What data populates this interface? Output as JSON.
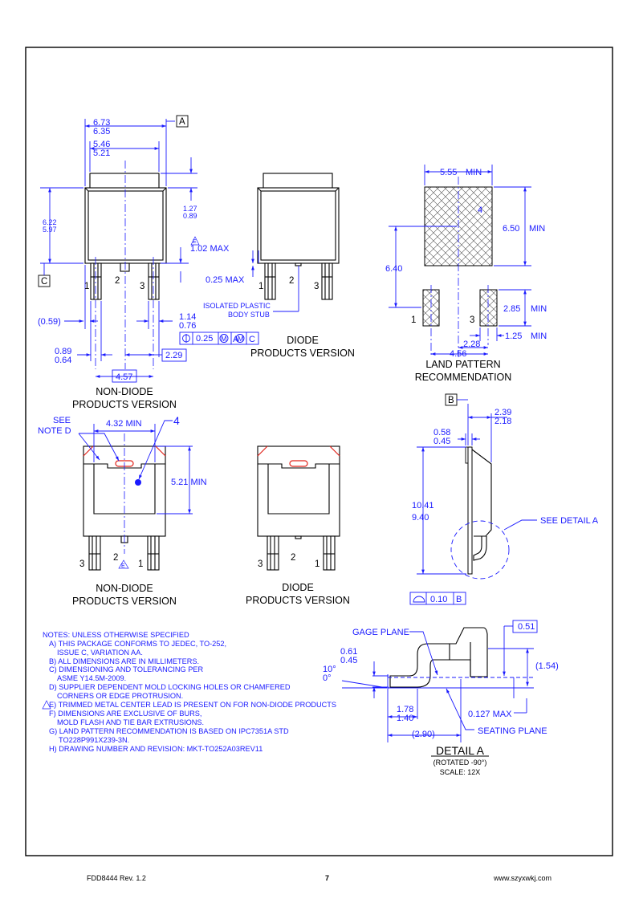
{
  "colors": {
    "dimension": "#1a1aff",
    "outline": "#000000",
    "mold_mark": "#e0241b",
    "paper": "#ffffff"
  },
  "top_left": {
    "dim_top_1": "6.73",
    "dim_top_2": "6.35",
    "datum_a": "A",
    "dim_width_1": "5.46",
    "dim_width_2": "5.21",
    "dim_height_1": "6.22",
    "dim_height_2": "5.97",
    "dim_tab_1": "1.27",
    "dim_tab_2": "0.89",
    "note_e": "E",
    "dim_lead_max": "1.02 MAX",
    "datum_c": "C",
    "pin1": "1",
    "pin2": "2",
    "pin3": "3",
    "dim_059": "(0.59)",
    "dim_lead_1": "1.14",
    "dim_lead_2": "0.76",
    "fcf_tol": "0.25",
    "fcf_m": "M",
    "fcf_a": "A",
    "fcf_m2": "M",
    "fcf_c": "C",
    "dim_foot_1": "0.89",
    "dim_foot_2": "0.64",
    "dim_pitch": "2.29",
    "dim_span": "4.57",
    "caption_1": "NON-DIODE",
    "caption_2": "PRODUCTS VERSION"
  },
  "top_middle": {
    "dim_025": "0.25 MAX",
    "pin1": "1",
    "pin2": "2",
    "pin3": "3",
    "stub_1": "ISOLATED PLASTIC",
    "stub_2": "BODY STUB",
    "caption_1": "DIODE",
    "caption_2": "PRODUCTS VERSION"
  },
  "land_pattern": {
    "dim_top": "5.55",
    "min1": "MIN",
    "pad_label": "4",
    "dim_650": "6.50",
    "min2": "MIN",
    "dim_640": "6.40",
    "pad1": "1",
    "pad3": "3",
    "dim_285": "2.85",
    "min3": "MIN",
    "dim_125": "1.25",
    "min4": "MIN",
    "dim_228": "2.28",
    "dim_456": "4.56",
    "caption_1": "LAND PATTERN",
    "caption_2": "RECOMMENDATION"
  },
  "bottom_left": {
    "see_1": "SEE",
    "see_2": "NOTE D",
    "dim_432": "4.32 MIN",
    "tab_label": "4",
    "dim_521": "5.21 MIN",
    "pin3": "3",
    "pin2": "2",
    "pin1": "1",
    "note_e": "E",
    "caption_1": "NON-DIODE",
    "caption_2": "PRODUCTS VERSION"
  },
  "bottom_middle": {
    "pin3": "3",
    "pin2": "2",
    "pin1": "1",
    "caption_1": "DIODE",
    "caption_2": "PRODUCTS VERSION"
  },
  "side_view": {
    "datum_b": "B",
    "dim_239": "2.39",
    "dim_218": "2.18",
    "dim_058": "0.58",
    "dim_045": "0.45",
    "dim_1041": "10.41",
    "dim_940": "9.40",
    "see_detail": "SEE DETAIL A",
    "flat_tol": "0.10",
    "flat_datum": "B"
  },
  "notes": [
    "NOTES: UNLESS OTHERWISE SPECIFIED",
    "A)  THIS PACKAGE CONFORMS TO JEDEC, TO-252,",
    "ISSUE C, VARIATION AA.",
    "B)  ALL DIMENSIONS ARE IN MILLIMETERS.",
    "C)  DIMENSIONING AND TOLERANCING PER",
    "ASME Y14.5M-2009.",
    "D)  SUPPLIER DEPENDENT MOLD LOCKING HOLES OR CHAMFERED",
    "CORNERS OR EDGE PROTRUSION.",
    "E)  TRIMMED METAL CENTER LEAD IS PRESENT ON FOR NON-DIODE PRODUCTS",
    "F)  DIMENSIONS ARE EXCLUSIVE OF BURS,",
    "MOLD FLASH AND TIE BAR EXTRUSIONS.",
    "G)  LAND PATTERN RECOMMENDATION IS BASED ON IPC7351A STD",
    "TO228P991X239-3N.",
    "H)  DRAWING NUMBER AND REVISION: MKT-TO252A03REV11"
  ],
  "detail_a": {
    "gage": "GAGE PLANE",
    "dim_061": "0.61",
    "dim_045": "0.45",
    "ang_10": "10°",
    "ang_0": "0°",
    "dim_051": "0.51",
    "dim_154": "(1.54)",
    "dim_178": "1.78",
    "dim_140": "1.40",
    "dim_0127": "0.127 MAX",
    "dim_290": "(2.90)",
    "seating": "SEATING PLANE",
    "title": "DETAIL A",
    "rotated": "(ROTATED -90°)",
    "scale": "SCALE: 12X"
  },
  "footer": {
    "doc": "FDD8444 Rev. 1.2",
    "page": "7",
    "site": "www.szyxwkj.com"
  }
}
